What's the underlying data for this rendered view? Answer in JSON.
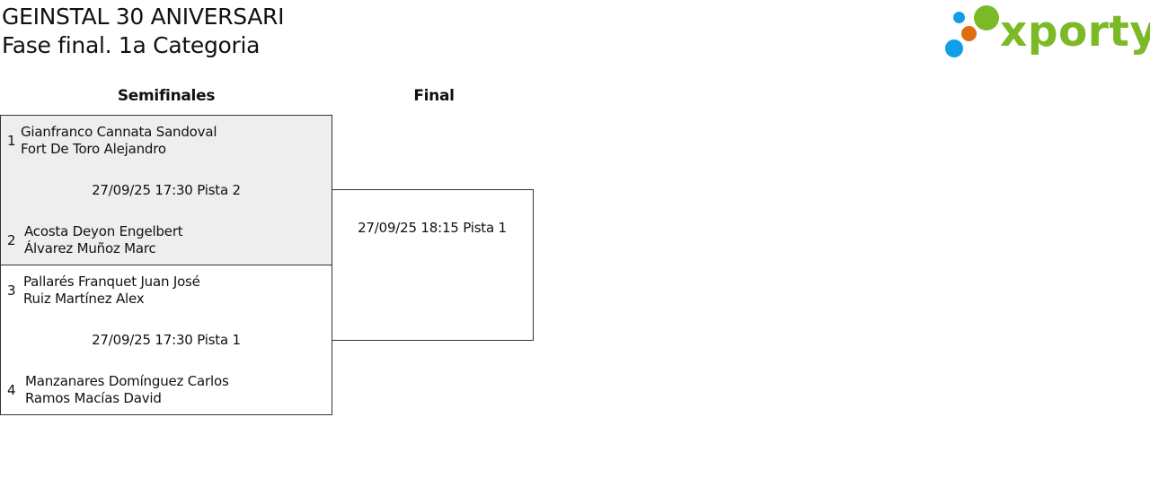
{
  "header": {
    "title": "GEINSTAL 30 ANIVERSARI",
    "subtitle": "Fase final. 1a Categoria"
  },
  "brand": {
    "name": "xporty",
    "colors": {
      "green": "#7cb927",
      "blue": "#119ee8",
      "orange": "#e06c10"
    }
  },
  "rounds": {
    "semifinals": "Semifinales",
    "final": "Final"
  },
  "semifinal_matches": [
    {
      "schedule": "27/09/25 17:30 Pista 2",
      "teams": [
        {
          "seed": "1",
          "players": [
            "Gianfranco Cannata Sandoval",
            "Fort De Toro Alejandro"
          ]
        },
        {
          "seed": "2",
          "players": [
            "Acosta Deyon Engelbert",
            "Álvarez Muñoz Marc"
          ]
        }
      ]
    },
    {
      "schedule": "27/09/25 17:30 Pista 1",
      "teams": [
        {
          "seed": "3",
          "players": [
            "Pallarés Franquet Juan José",
            "Ruiz Martínez Alex"
          ]
        },
        {
          "seed": "4",
          "players": [
            "Manzanares Domínguez Carlos",
            "Ramos Macías David"
          ]
        }
      ]
    }
  ],
  "final_match": {
    "schedule": "27/09/25 18:15 Pista 1"
  }
}
